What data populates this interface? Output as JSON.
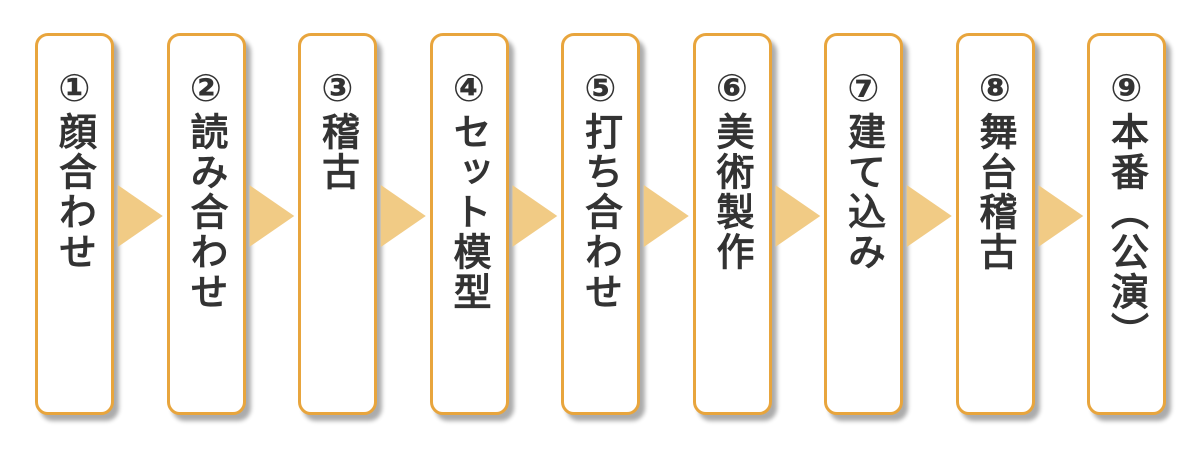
{
  "diagram": {
    "type": "horizontal-flow",
    "steps": [
      {
        "number": "①",
        "label": "顔合わせ"
      },
      {
        "number": "②",
        "label": "読み合わせ"
      },
      {
        "number": "③",
        "label": "稽古"
      },
      {
        "number": "④",
        "label": "セット模型"
      },
      {
        "number": "⑤",
        "label": "打ち合わせ"
      },
      {
        "number": "⑥",
        "label": "美術製作"
      },
      {
        "number": "⑦",
        "label": "建て込み"
      },
      {
        "number": "⑧",
        "label": "舞台稽古"
      },
      {
        "number": "⑨",
        "label": "本番（公演）"
      }
    ],
    "colors": {
      "box_border": "#E8A53D",
      "box_background": "#FFFFFF",
      "arrow_fill": "#F1CB85",
      "text": "#333333",
      "shadow": "#A9A9A9",
      "page_background": "#FFFFFF"
    }
  }
}
